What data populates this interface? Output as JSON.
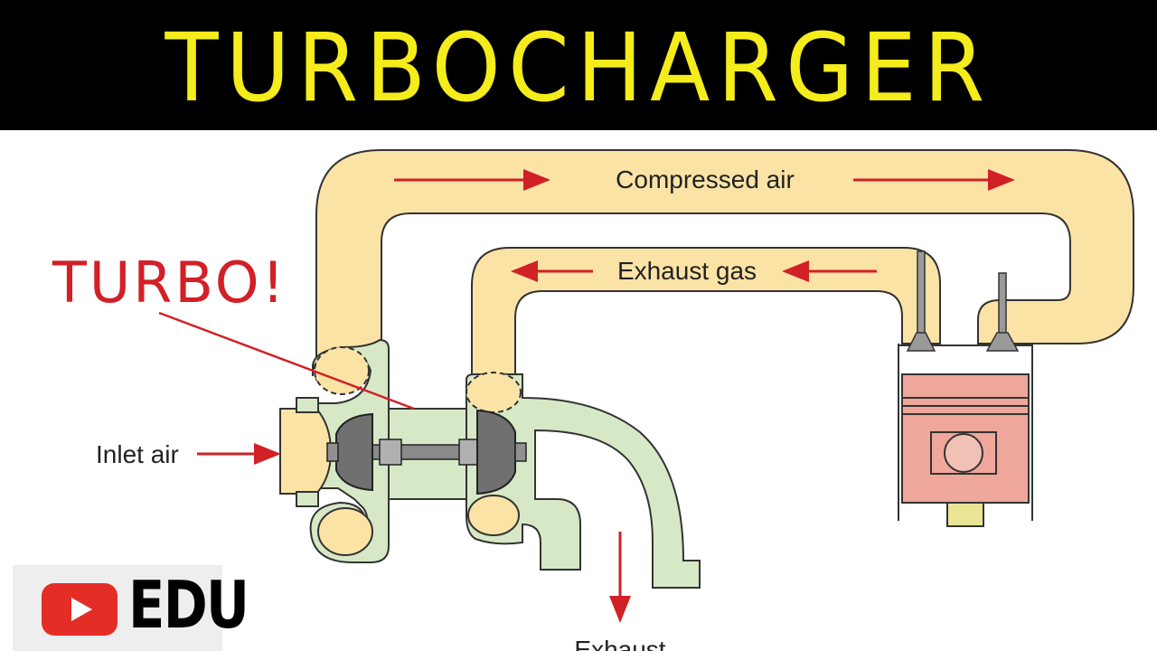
{
  "title": "TURBOCHARGER",
  "diagram": {
    "labels": {
      "compressed_air": "Compressed air",
      "exhaust_gas": "Exhaust gas",
      "inlet_air": "Inlet air",
      "exhaust": "Exhaust",
      "turbo_callout": "TURBO!"
    }
  },
  "badge": {
    "text": "EDU",
    "icon": "play-icon"
  },
  "colors": {
    "title_bar": "#000000",
    "title_text": "#f5ec1b",
    "duct_fill": "#fbe3a6",
    "housing_fill": "#d7e8c6",
    "piston_fill": "#eea79a",
    "arrow": "#d22027",
    "play_button": "#e52d27"
  }
}
